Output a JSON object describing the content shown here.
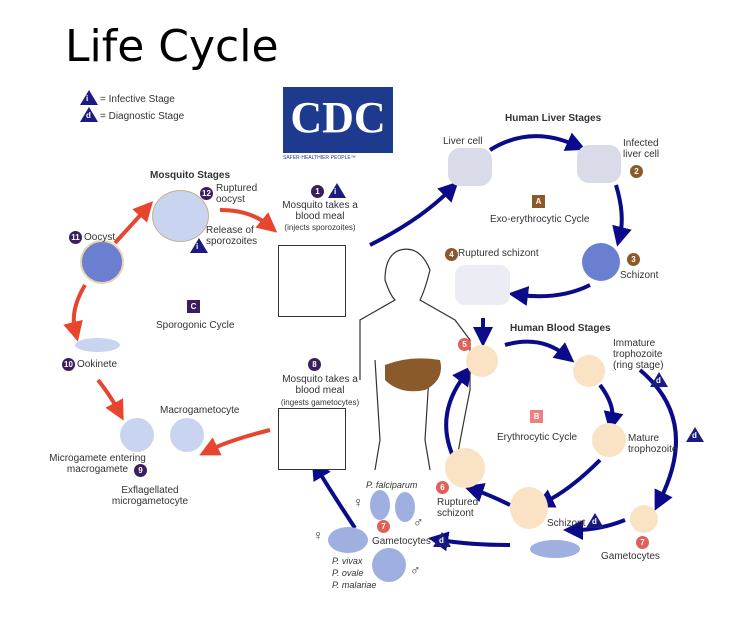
{
  "title": "Life Cycle",
  "legend": {
    "infective_symbol": "i",
    "infective_label": "= Infective Stage",
    "diagnostic_symbol": "d",
    "diagnostic_label": "= Diagnostic Stage"
  },
  "logo": {
    "text": "CDC",
    "tagline": "SAFER·HEALTHIER·PEOPLE™"
  },
  "sections": {
    "mosquito": "Mosquito Stages",
    "liver": "Human Liver Stages",
    "blood": "Human Blood Stages"
  },
  "cycles": {
    "a_letter": "A",
    "a_label": "Exo-erythrocytic Cycle",
    "b_letter": "B",
    "b_label": "Erythrocytic Cycle",
    "c_letter": "C",
    "c_label": "Sporogonic Cycle"
  },
  "stages": {
    "s1_num": "1",
    "s1_label": "Mosquito takes a blood meal",
    "s1_sub": "(injects sporozoites)",
    "liver_cell": "Liver cell",
    "s2_num": "2",
    "s2_label": "Infected liver cell",
    "s3_num": "3",
    "s3_label": "Schizont",
    "s4_num": "4",
    "s4_label": "Ruptured schizont",
    "s5_num": "5",
    "immature": "Immature trophozoite (ring stage)",
    "mature": "Mature trophozoite",
    "schizont": "Schizont",
    "s6_num": "6",
    "s6_label": "Ruptured schizont",
    "s7_num": "7",
    "gametocytes": "Gametocytes",
    "falciparum": "P. falciparum",
    "vivax": "P. vivax",
    "ovale": "P. ovale",
    "malariae": "P. malariae",
    "female": "♀",
    "male": "♂",
    "s8_num": "8",
    "s8_label": "Mosquito takes a blood meal",
    "s8_sub": "(ingests gametocytes)",
    "macrogametocyte": "Macrogametocyte",
    "s9_num": "9",
    "s9_label": "Microgamete entering macrogamete",
    "exflagellated": "Exflagellated microgametocyte",
    "s10_num": "10",
    "s10_label": "Ookinete",
    "s11_num": "11",
    "s11_label": "Oocyst",
    "s12_num": "12",
    "s12_label": "Ruptured oocyst",
    "release": "Release of sporozoites"
  },
  "colors": {
    "blue_arrow": "#0a0a8a",
    "red_arrow": "#e8452e",
    "rbc": "#f9e3c4"
  }
}
